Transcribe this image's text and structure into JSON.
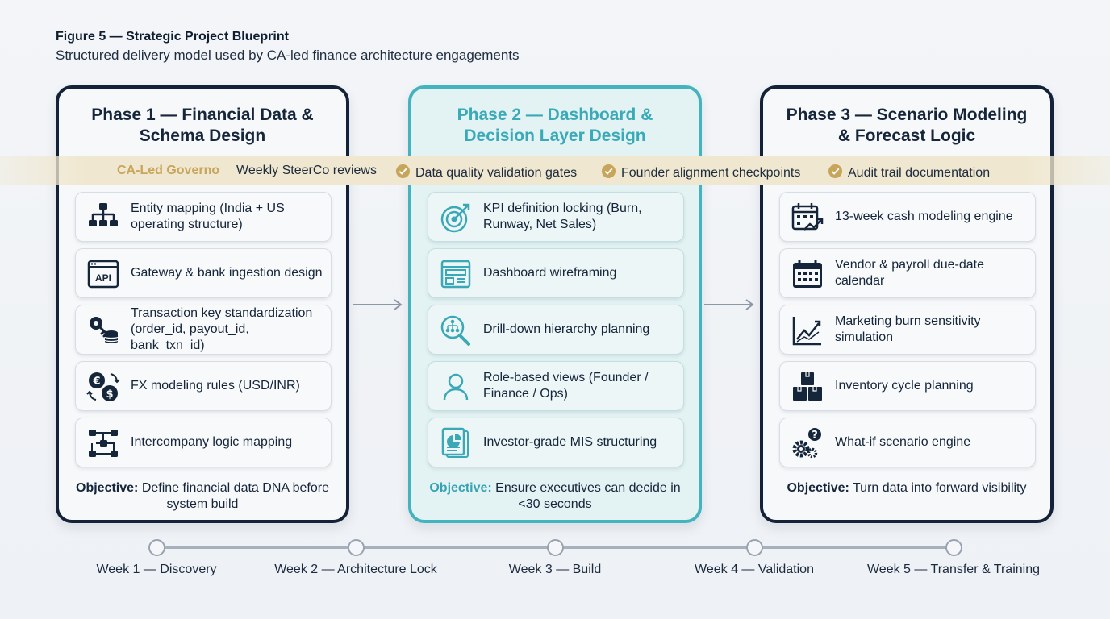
{
  "figure": {
    "title": "Figure 5 — Strategic Project Blueprint",
    "subtitle": "Structured delivery model used by CA-led finance architecture engagements"
  },
  "colors": {
    "navy": "#132238",
    "teal": "#43b3c0",
    "gold": "#c8a55a",
    "band": "#efe7cf"
  },
  "phases": [
    {
      "title": "Phase 1 — Financial Data & Schema Design",
      "items": [
        {
          "label": "Entity mapping (India + US operating structure)",
          "icon": "org-chart-icon"
        },
        {
          "label": "Gateway & bank ingestion design",
          "icon": "api-window-icon"
        },
        {
          "label": "Transaction key standardization (order_id, payout_id, bank_txn_id)",
          "icon": "key-database-icon"
        },
        {
          "label": "FX modeling rules (USD/INR)",
          "icon": "currency-exchange-icon"
        },
        {
          "label": "Intercompany logic mapping",
          "icon": "flow-mapping-icon"
        }
      ],
      "objective_label": "Objective:",
      "objective_text": "Define financial data DNA before system build"
    },
    {
      "title": "Phase 2 — Dashboard & Decision Layer Design",
      "items": [
        {
          "label": "KPI definition locking (Burn, Runway, Net Sales)",
          "icon": "target-icon"
        },
        {
          "label": "Dashboard wireframing",
          "icon": "wireframe-icon"
        },
        {
          "label": "Drill-down hierarchy planning",
          "icon": "magnifier-hierarchy-icon"
        },
        {
          "label": "Role-based views (Founder / Finance / Ops)",
          "icon": "user-icon"
        },
        {
          "label": "Investor-grade MIS structuring",
          "icon": "report-chart-icon"
        }
      ],
      "objective_label": "Objective:",
      "objective_text": "Ensure executives can decide in <30 seconds"
    },
    {
      "title": "Phase 3 — Scenario Modeling & Forecast Logic",
      "items": [
        {
          "label": "13-week cash modeling engine",
          "icon": "calendar-trend-icon"
        },
        {
          "label": "Vendor & payroll due-date calendar",
          "icon": "calendar-icon"
        },
        {
          "label": "Marketing burn sensitivity simulation",
          "icon": "line-chart-icon"
        },
        {
          "label": "Inventory cycle planning",
          "icon": "boxes-icon"
        },
        {
          "label": "What-if scenario engine",
          "icon": "gears-question-icon"
        }
      ],
      "objective_label": "Objective:",
      "objective_text": "Turn data into forward visibility"
    }
  ],
  "governance": {
    "label": "CA-Led Governo",
    "items": [
      "Weekly SteerCo reviews",
      "Data quality validation gates",
      "Founder alignment checkpoints",
      "Audit trail documentation"
    ]
  },
  "timeline": [
    "Week 1 — Discovery",
    "Week 2 — Architecture Lock",
    "Week 3 — Build",
    "Week 4 — Validation",
    "Week 5 — Transfer & Training"
  ]
}
